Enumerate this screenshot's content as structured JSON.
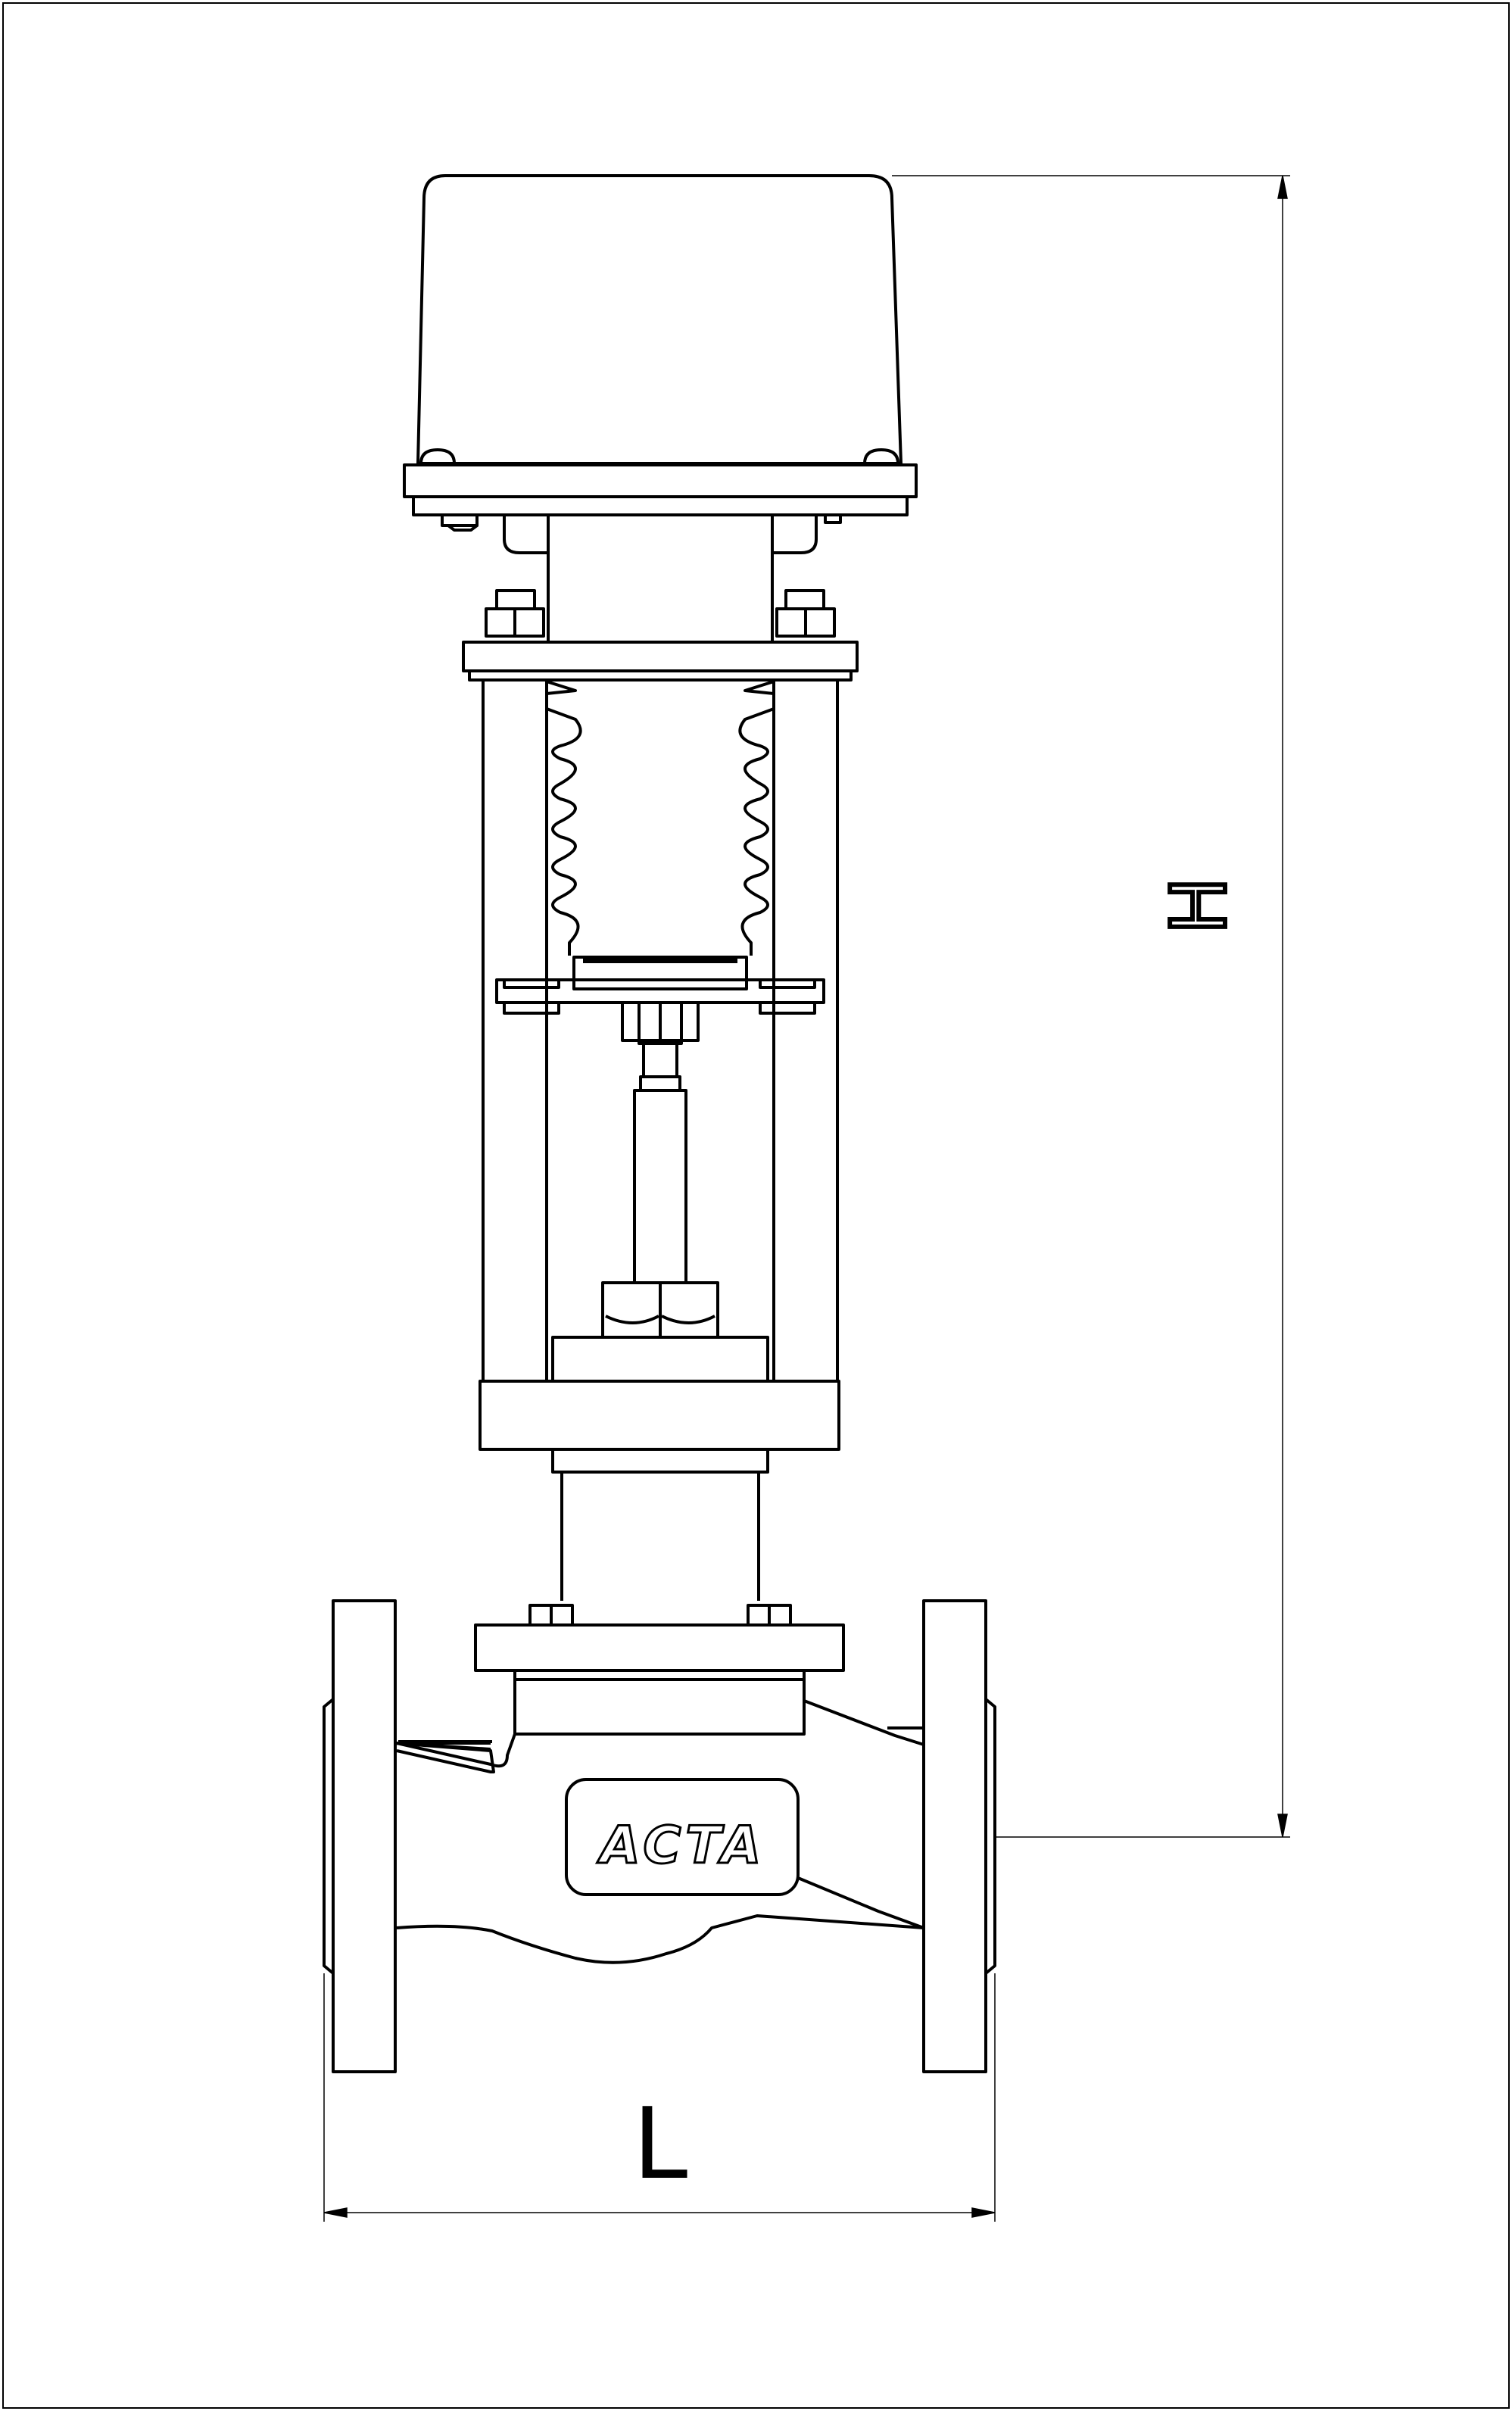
{
  "dimensions": {
    "height_label": "H",
    "length_label": "L"
  },
  "logo": {
    "text": "ACTA"
  }
}
